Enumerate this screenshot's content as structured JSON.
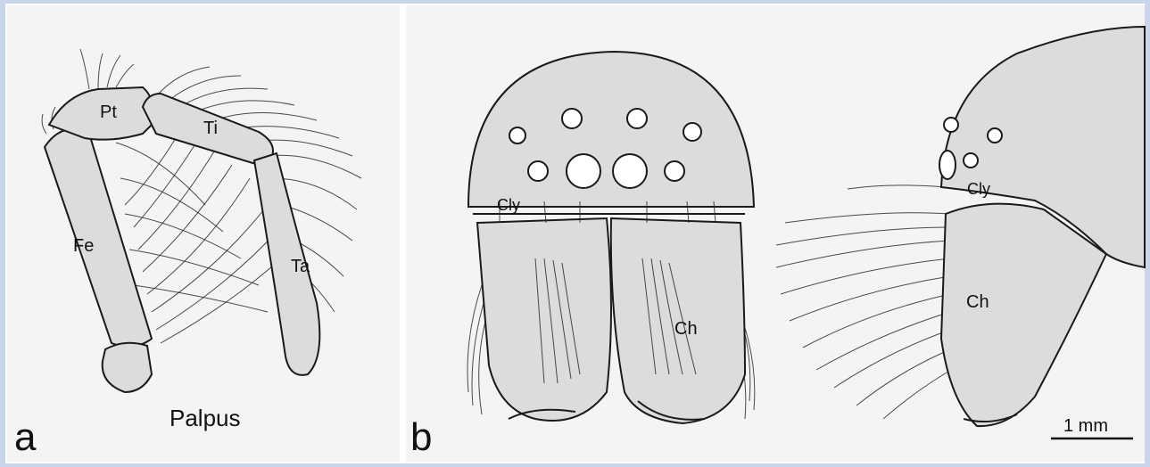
{
  "panel_a": {
    "letter": "a",
    "caption": "Palpus",
    "segments": {
      "patella": "Pt",
      "tibia": "Ti",
      "femur": "Fe",
      "tarsus": "Ta"
    }
  },
  "panel_b": {
    "letter": "b",
    "front": {
      "clypeus": "Cly",
      "chelicera": "Ch"
    },
    "side": {
      "clypeus": "Cly",
      "chelicera": "Ch"
    },
    "scale_bar": "1 mm"
  },
  "colors": {
    "frame": "#c9d6ea",
    "fill": "#dcdcdc",
    "ink": "#1a1a1a"
  }
}
